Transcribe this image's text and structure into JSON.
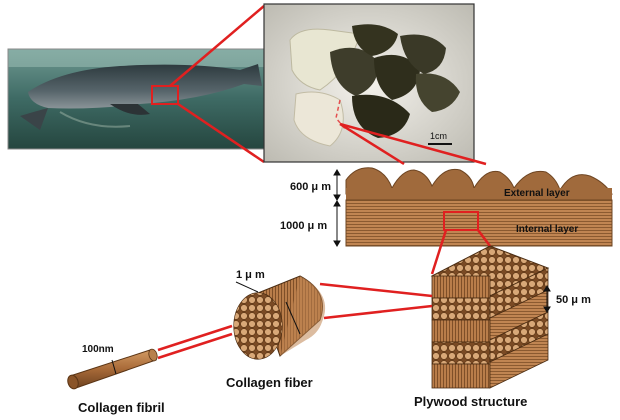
{
  "scale": {
    "photo_scale": "1cm",
    "external_thickness": "600 μ m",
    "internal_thickness": "1000 μ m",
    "plywood_scale": "50 μ m",
    "fiber_diameter": "1 μ m",
    "fibril_diameter": "100nm"
  },
  "layers": {
    "external": "External layer",
    "internal": "Internal layer"
  },
  "captions": {
    "fibril": "Collagen fibril",
    "fiber": "Collagen fiber",
    "plywood": "Plywood structure"
  },
  "colors": {
    "highlight": "#e02020",
    "scale_brown": "#b07545",
    "scale_dark": "#7a4a24",
    "water": "#3f6b68"
  }
}
